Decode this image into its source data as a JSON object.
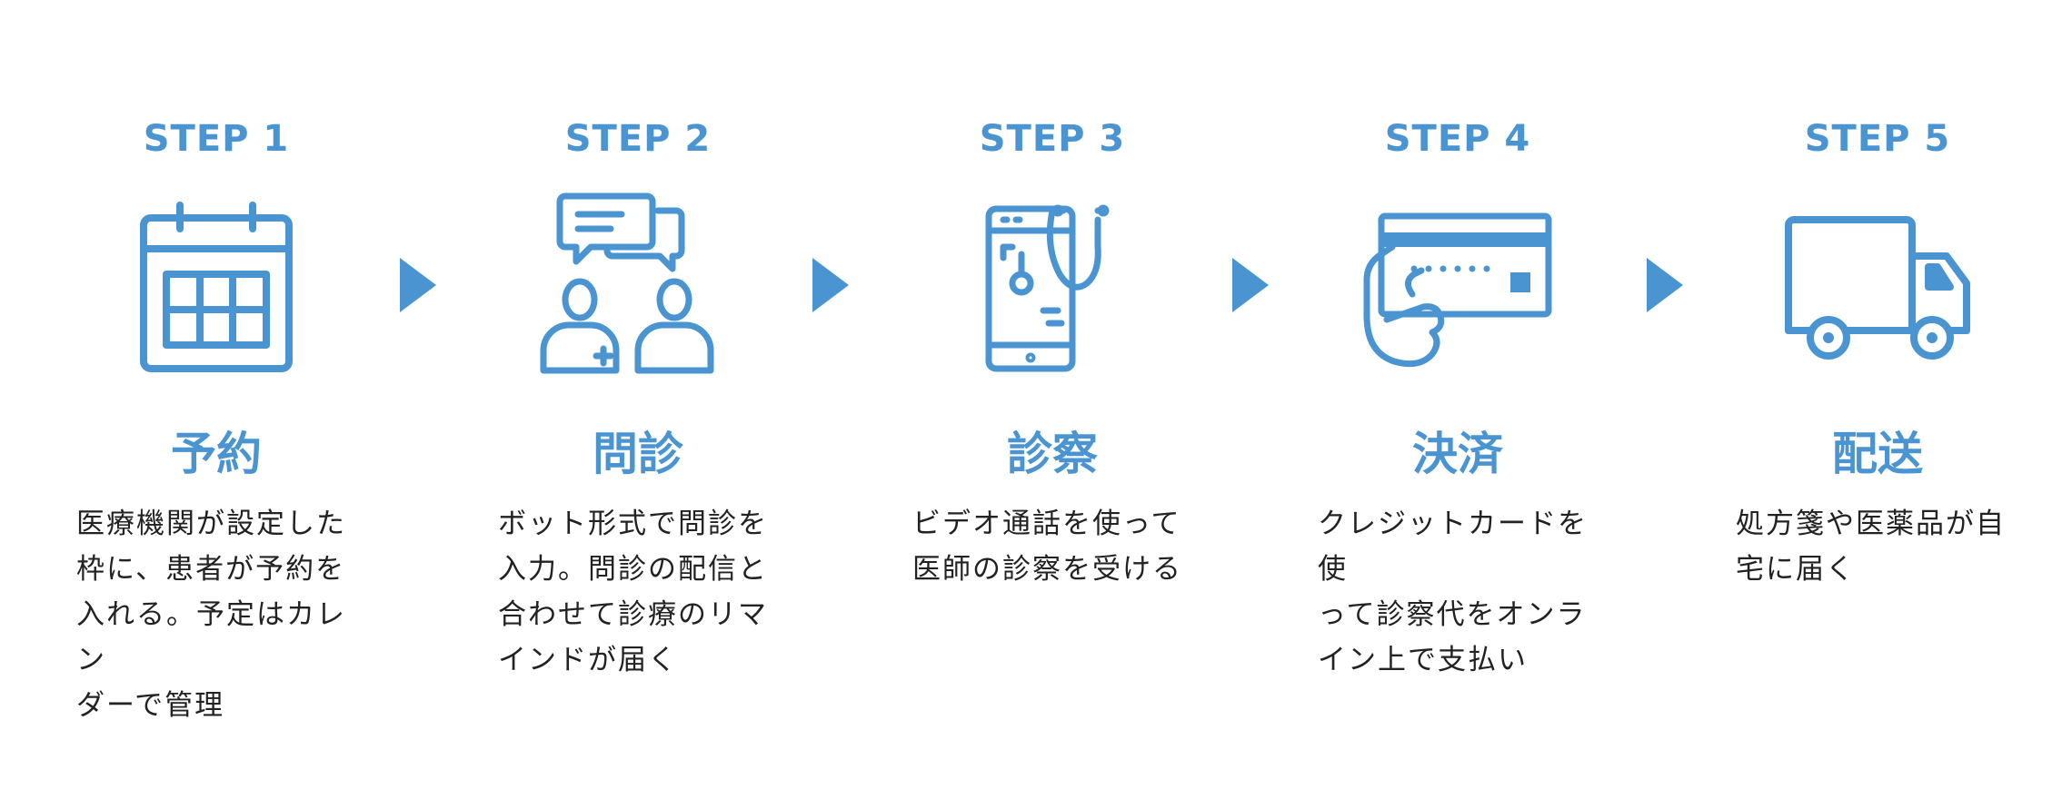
{
  "theme": {
    "accent": "#4a95d1",
    "text": "#222222"
  },
  "steps": [
    {
      "label": "STEP 1",
      "title": "予約",
      "icon": "calendar-icon",
      "desc": [
        "医療機関が設定した",
        "枠に、患者が予約を",
        "入れる。予定はカレン",
        "ダーで管理"
      ]
    },
    {
      "label": "STEP 2",
      "title": "問診",
      "icon": "chat-consultation-icon",
      "desc": [
        "ボット形式で問診を",
        "入力。問診の配信と",
        "合わせて診療のリマ",
        "インドが届く"
      ]
    },
    {
      "label": "STEP 3",
      "title": "診察",
      "icon": "smartphone-stethoscope-icon",
      "desc": [
        "ビデオ通話を使って",
        "医師の診察を受ける"
      ]
    },
    {
      "label": "STEP 4",
      "title": "決済",
      "icon": "credit-card-hand-icon",
      "desc": [
        "クレジットカードを使",
        "って診察代をオンラ",
        "イン上で支払い"
      ]
    },
    {
      "label": "STEP 5",
      "title": "配送",
      "icon": "delivery-truck-icon",
      "desc": [
        "処方箋や医薬品が自",
        "宅に届く"
      ]
    }
  ],
  "arrows": [
    "arrow-right-icon",
    "arrow-right-icon",
    "arrow-right-icon",
    "arrow-right-icon"
  ]
}
